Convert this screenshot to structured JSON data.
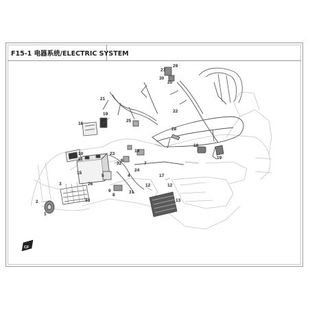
{
  "page": {
    "title": "F15-1 电器系统/ELECTRIC SYSTEM",
    "logo_text": "CF"
  },
  "callouts": [
    "1",
    "2",
    "3",
    "4",
    "5",
    "6",
    "7",
    "8",
    "9",
    "10",
    "11",
    "12",
    "12",
    "13",
    "14",
    "15",
    "16",
    "17",
    "18",
    "19",
    "19",
    "20",
    "21",
    "22",
    "23",
    "24",
    "25",
    "26",
    "27",
    "28",
    "29",
    "30",
    "31",
    "32",
    "33"
  ],
  "colors": {
    "line": "#555555",
    "faint": "#b9b9b9",
    "frame": "#9a9a9a"
  }
}
